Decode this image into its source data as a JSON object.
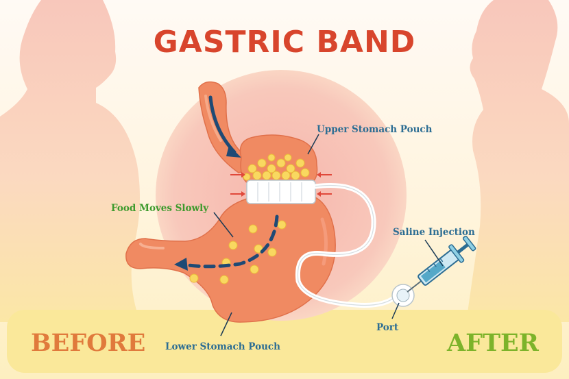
{
  "title": "GASTRIC BAND",
  "labels": {
    "upper_pouch": "Upper Stomach Pouch",
    "food_moves": "Food Moves Slowly",
    "saline": "Saline Injection",
    "port": "Port",
    "lower_pouch": "Lower Stomach Pouch"
  },
  "footer": {
    "before": "BEFORE",
    "after": "AFTER"
  },
  "colors": {
    "title": "#d8452c",
    "label_blue": "#2c6d93",
    "label_green": "#3c9a2c",
    "before": "#e07a3c",
    "after": "#7cb32a",
    "stomach": "#f08a62",
    "silhouette": "#f7c4b6",
    "floor": "#fae89a"
  }
}
